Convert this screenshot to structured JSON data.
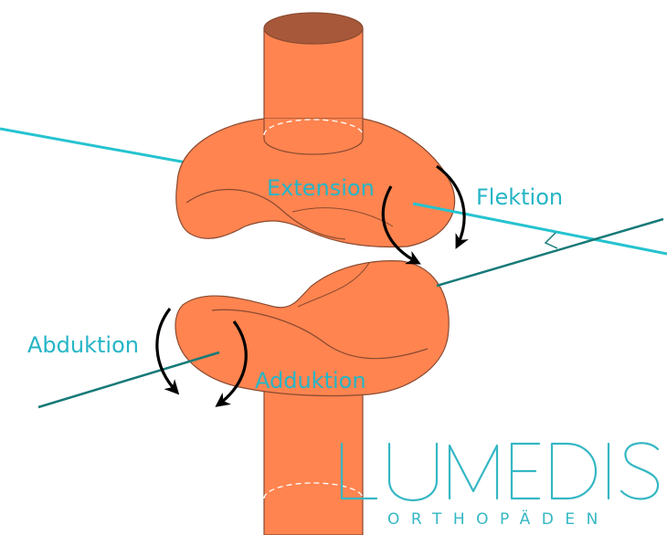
{
  "labels": {
    "extension": "Extension",
    "flektion": "Flektion",
    "abduktion": "Abduktion",
    "adduktion": "Adduktion"
  },
  "logo": {
    "name": "LUMEDIS",
    "subtitle": "ORTHOPÄDEN"
  },
  "colors": {
    "bone": "#ff8450",
    "bone_outline": "#8a4a30",
    "bone_top": "#a8583a",
    "axis_light": "#25c3cf",
    "axis_dark": "#167a78",
    "arrow": "#000000",
    "label": "#25b5c6",
    "logo": "#35b7c4"
  }
}
